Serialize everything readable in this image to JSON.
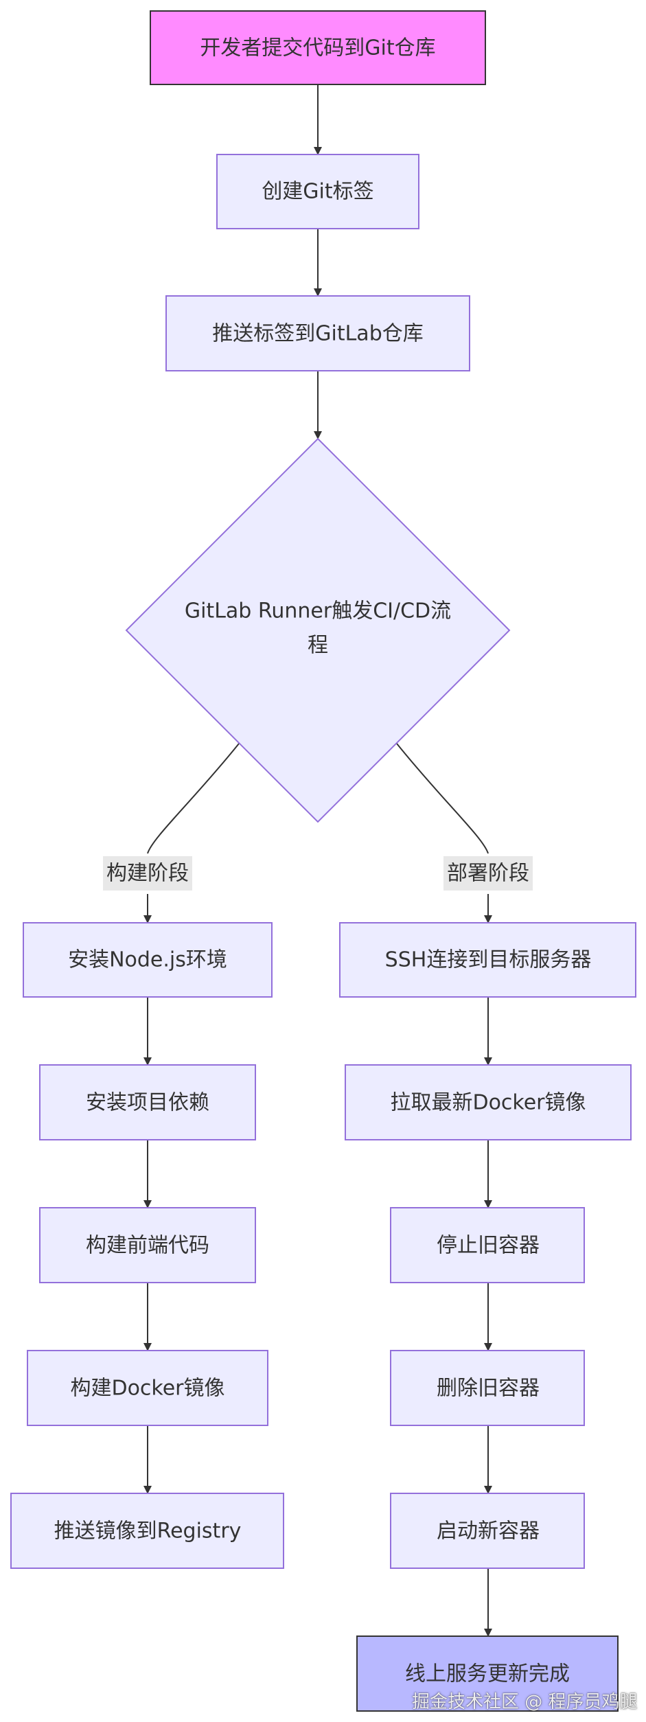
{
  "colors": {
    "node_fill": "#ECECFF",
    "node_stroke": "#9370DB",
    "start_fill": "#FF8BFF",
    "start_stroke": "#333333",
    "end_fill": "#B8B8FF",
    "edge": "#333333",
    "label_bg": "#E8E8E8"
  },
  "nodes": {
    "start": "开发者提交代码到Git仓库",
    "tag": "创建Git标签",
    "push_tag": "推送标签到GitLab仓库",
    "runner": [
      "GitLab Runner触发CI/CD流",
      "程"
    ],
    "install_node": "安装Node.js环境",
    "install_deps": "安装项目依赖",
    "build_front": "构建前端代码",
    "build_docker": "构建Docker镜像",
    "push_registry": "推送镜像到Registry",
    "ssh": "SSH连接到目标服务器",
    "pull_image": "拉取最新Docker镜像",
    "stop_old": "停止旧容器",
    "remove_old": "删除旧容器",
    "start_new": "启动新容器",
    "done": "线上服务更新完成"
  },
  "edge_labels": {
    "build_stage": "构建阶段",
    "deploy_stage": "部署阶段"
  },
  "watermark": "掘金技术社区 @ 程序员鸡腿"
}
